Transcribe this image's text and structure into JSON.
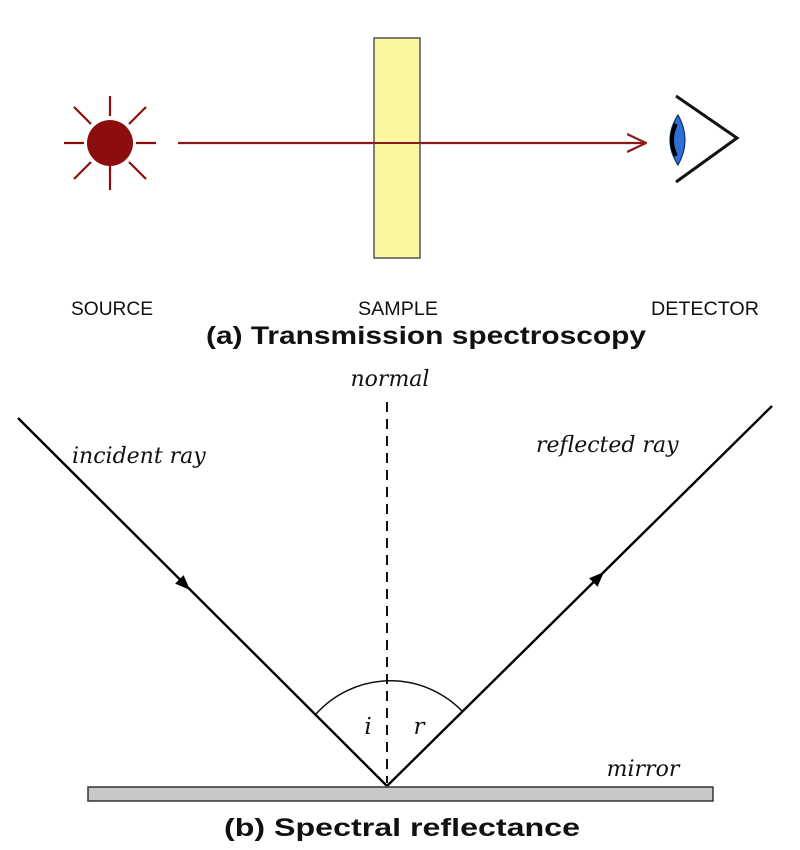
{
  "transmission": {
    "source_label": "SOURCE",
    "sample_label": "SAMPLE",
    "detector_label": "DETECTOR",
    "caption": "(a) Transmission spectroscopy",
    "colors": {
      "source": "#8b0d0d",
      "beam": "#8b1a1a",
      "sample_fill": "#fbf6a0",
      "sample_stroke": "#555555",
      "eye_iris": "#2f6fd6"
    },
    "icons": [
      "star-source-icon",
      "eye-detector-icon"
    ]
  },
  "reflectance": {
    "normal_label": "normal",
    "incident_label": "incident ray",
    "reflected_label": "reflected ray",
    "angle_incidence_label": "i",
    "angle_reflection_label": "r",
    "mirror_label": "mirror",
    "caption": "(b) Spectral reflectance",
    "colors": {
      "ray": "#000000",
      "mirror_fill": "#c8c8c8",
      "mirror_stroke": "#333333"
    }
  }
}
